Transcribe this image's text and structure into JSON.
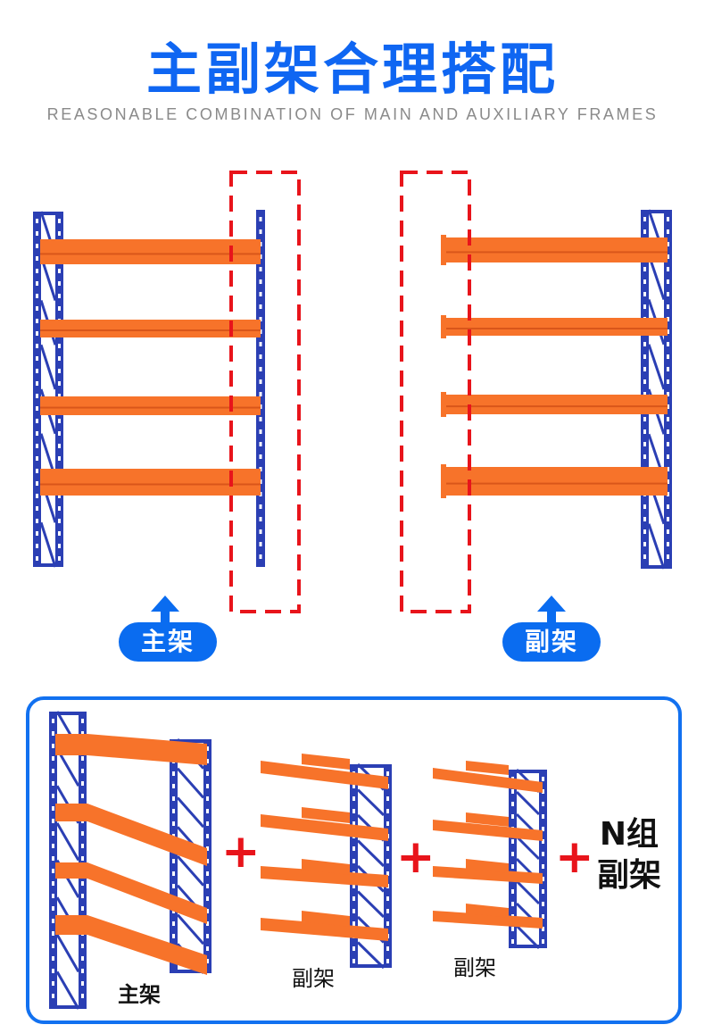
{
  "header": {
    "title": "主副架合理搭配",
    "subtitle": "REASONABLE COMBINATION OF MAIN AND AUXILIARY FRAMES"
  },
  "diagram": {
    "main_badge": "主架",
    "aux_badge": "副架"
  },
  "combination": {
    "main_label": "主架",
    "aux_label_1": "副架",
    "aux_label_2": "副架",
    "plus": "+",
    "n_group_line1": "N组",
    "n_group_line2": "副架"
  },
  "colors": {
    "title": "#0f66f2",
    "upright": "#2b3fb4",
    "beam": "#f7732a",
    "dashed": "#e8141b",
    "badge": "#0a6cf0"
  }
}
